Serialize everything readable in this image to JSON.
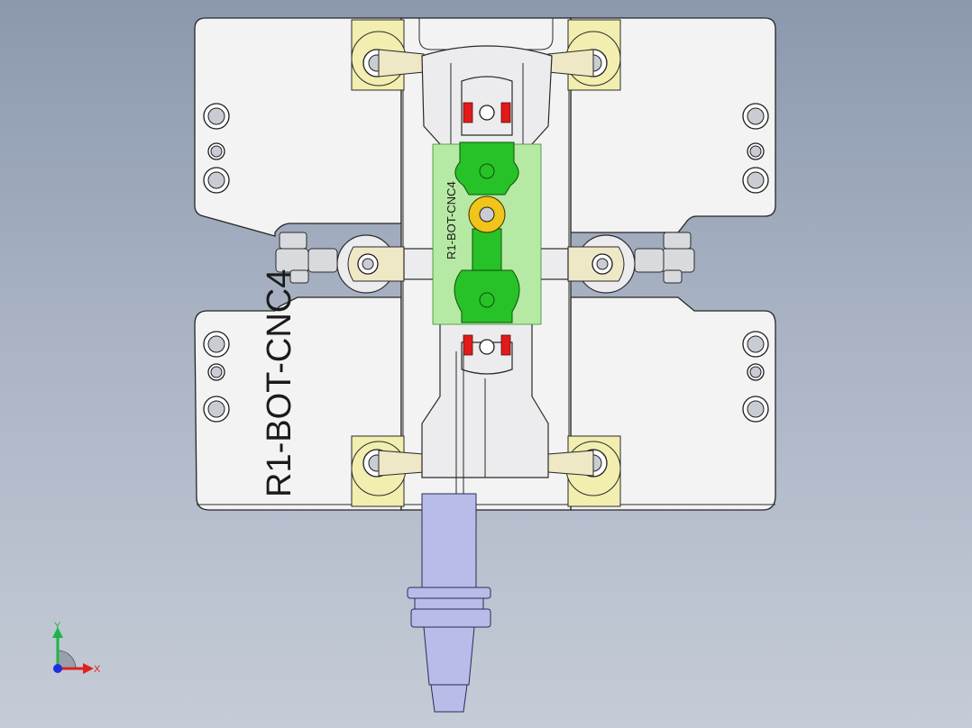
{
  "engraving": {
    "base_label": "R1-BOT-CNC4",
    "part_label": "R1-BOT-CNC4"
  },
  "triad": {
    "x_label": "X",
    "y_label": "Y",
    "x_color": "#e0201c",
    "y_color": "#1fb34a",
    "z_color": "#1c2fe0"
  },
  "colors": {
    "background_top": "#8b98ad",
    "background_bottom": "#c5ccd7",
    "plate": "#f3f3f4",
    "clamp_yellow": "#f2eeb0",
    "fixture_green": "#27c227",
    "locator_red": "#e21a1a",
    "tool_holder": "#b7bce9",
    "center_pin": "#f0c419"
  }
}
